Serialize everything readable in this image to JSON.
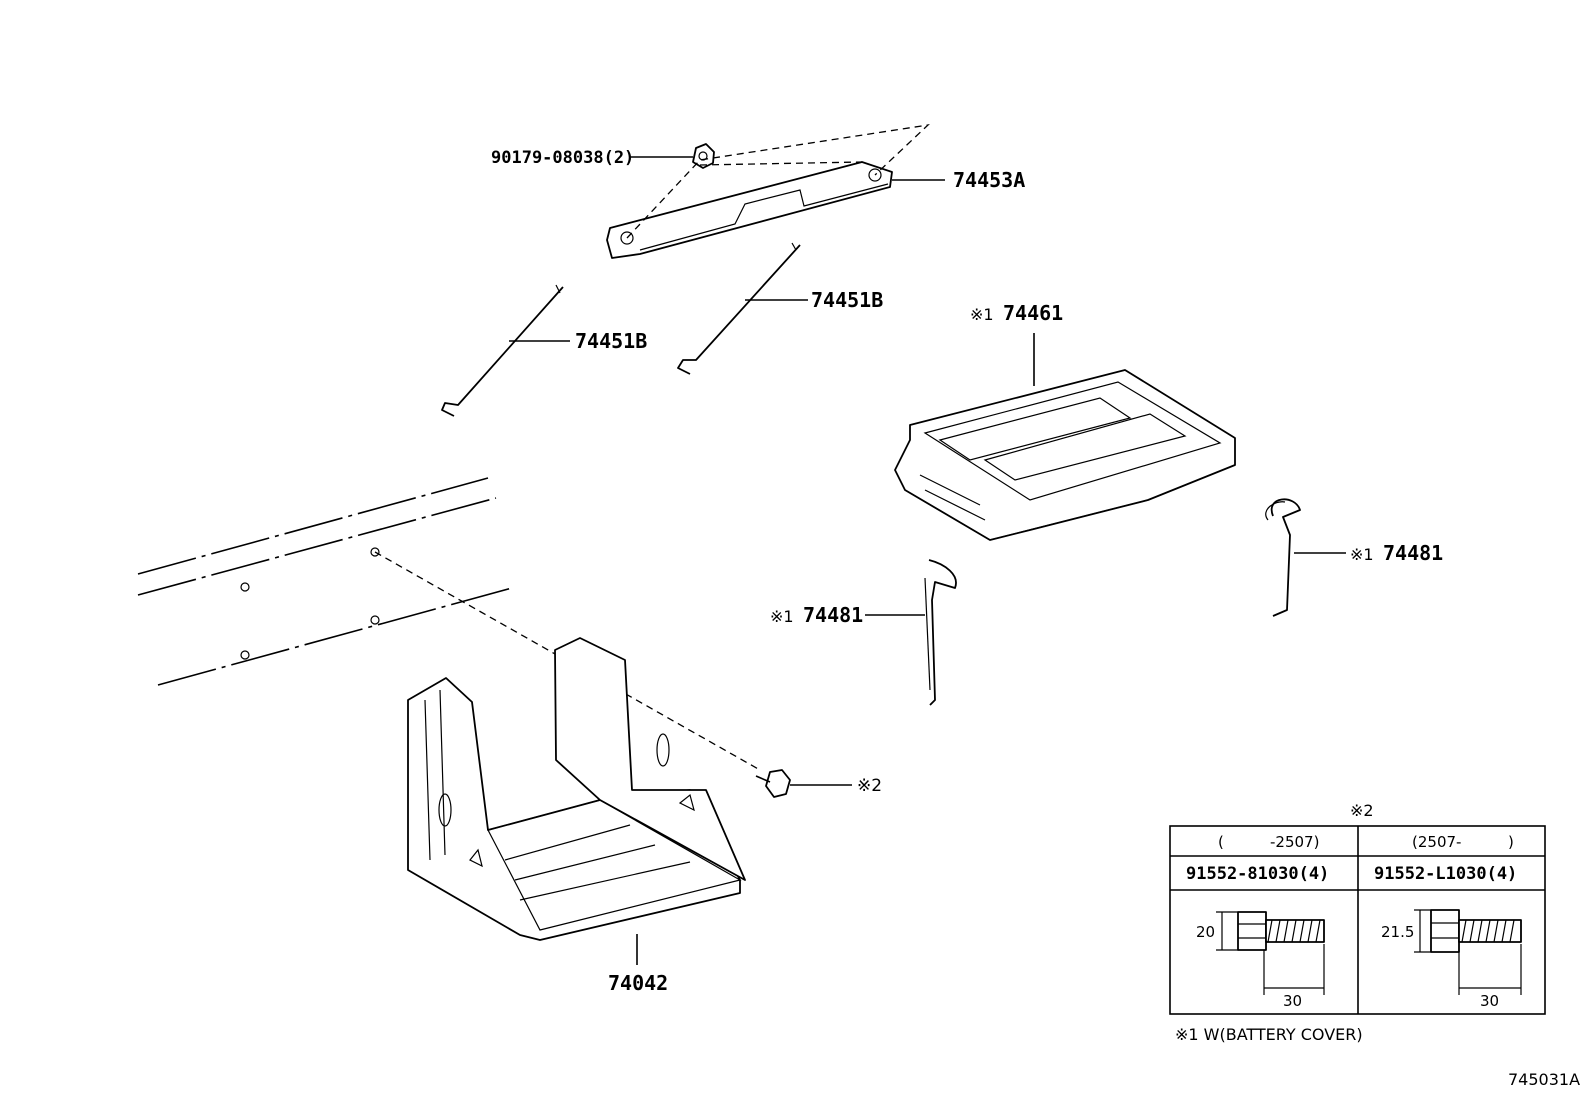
{
  "labels": {
    "p90179": "90179-08038(2)",
    "p74453a": "74453A",
    "p74451b_upper": "74451B",
    "p74451b_lower": "74451B",
    "p74461_mark": "※1",
    "p74461": "74461",
    "p74481_right_mark": "※1",
    "p74481_right": "74481",
    "p74481_left_mark": "※1",
    "p74481_left": "74481",
    "bolt_mark": "※2",
    "p74042": "74042"
  },
  "table": {
    "title": "※2",
    "col1_period_open": "(",
    "col1_period_value": "-2507)",
    "col2_period_value": "(2507-",
    "col2_period_close": ")",
    "col1_part": "91552-81030(4)",
    "col2_part": "91552-L1030(4)",
    "col1_height": "20",
    "col1_length": "30",
    "col2_height": "21.5",
    "col2_length": "30"
  },
  "footnote": "※1 W(BATTERY COVER)",
  "diagram_id": "745031A"
}
